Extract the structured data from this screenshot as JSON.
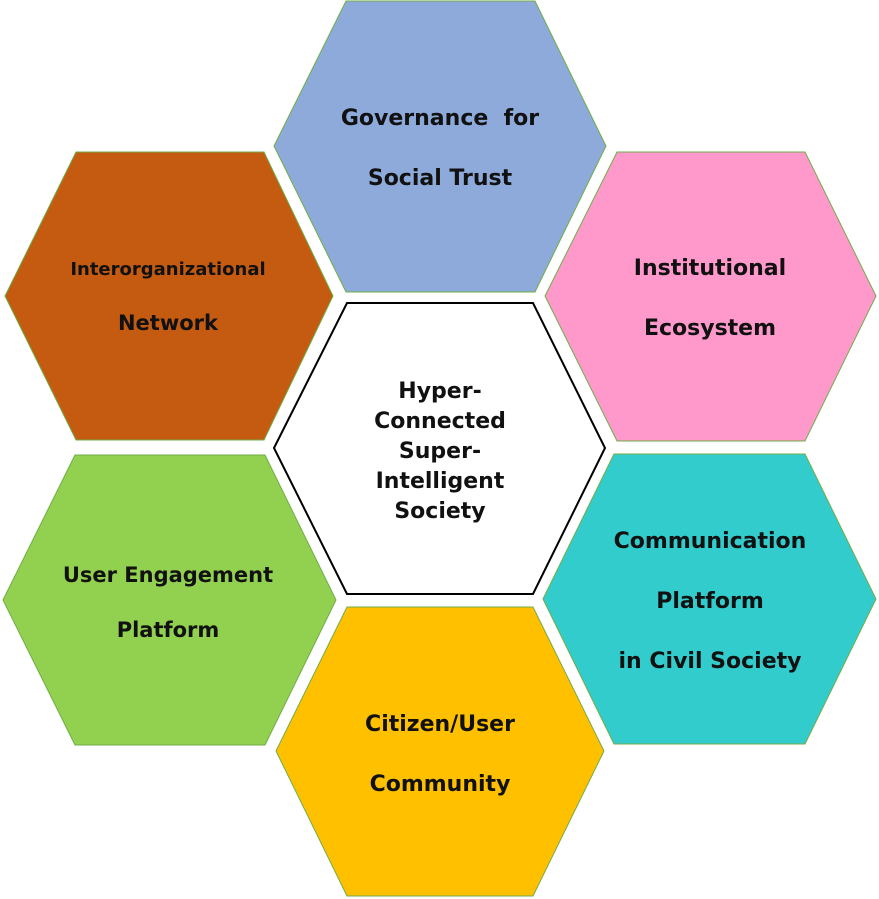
{
  "diagram": {
    "center": {
      "lines": [
        "Hyper-",
        "Connected",
        "Super-",
        "Intelligent",
        "Society"
      ],
      "fill": "#ffffff",
      "stroke": "#000000"
    },
    "segments": {
      "top": {
        "lines": [
          "Governance  for",
          "Social Trust"
        ],
        "fill": "#8eaadb"
      },
      "upper_right": {
        "lines": [
          "Institutional",
          "Ecosystem"
        ],
        "fill": "#ff99cc"
      },
      "lower_right": {
        "lines": [
          "Communication",
          "Platform",
          "in Civil Society"
        ],
        "fill": "#33cccc"
      },
      "bottom": {
        "lines": [
          "Citizen/User",
          "Community"
        ],
        "fill": "#ffc000"
      },
      "lower_left": {
        "lines": [
          "User Engagement",
          "Platform"
        ],
        "fill": "#92d050"
      },
      "upper_left": {
        "lines": [
          "Interorganizational",
          "Network"
        ],
        "fill": "#c55a11"
      }
    },
    "outline_color": "#70ad47"
  }
}
